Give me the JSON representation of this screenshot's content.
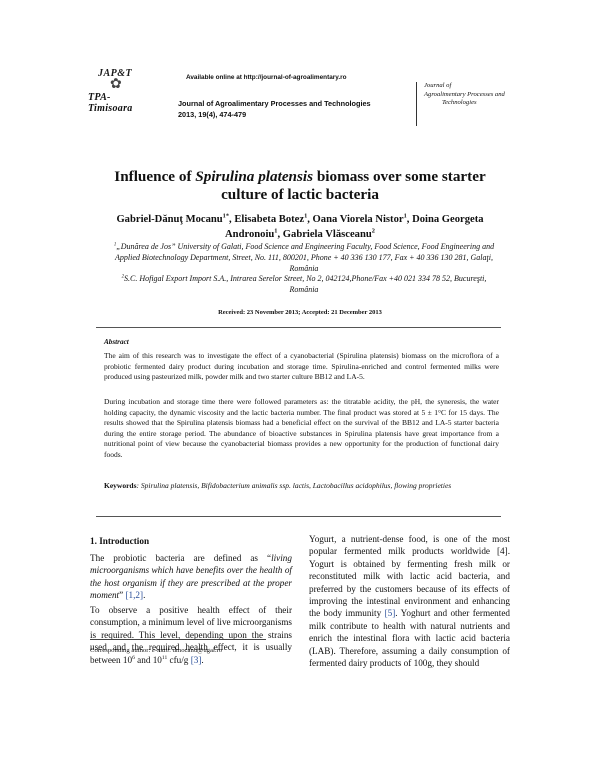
{
  "header": {
    "logo_top": "JAP&T",
    "logo_bottom": "TPA-Timisoara",
    "available_online": "Available online at http://journal-of-agroalimentary.ro",
    "journal_citation": "Journal of Agroalimentary Processes and Technologies 2013, 19(4), 474-479",
    "journal_box": [
      "Journal of",
      "Agroalimentary Processes and",
      "Technologies"
    ]
  },
  "title_parts": [
    "Influence of ",
    "Spirulina platensis",
    " biomass over some starter culture of lactic bacteria"
  ],
  "authors": [
    {
      "name": "Gabriel-Dănuţ Mocanu",
      "sup": "1*"
    },
    {
      "name": "Elisabeta Botez",
      "sup": "1"
    },
    {
      "name": "Oana Viorela Nistor",
      "sup": "1"
    },
    {
      "name": "Doina Georgeta Andronoiu",
      "sup": "1"
    },
    {
      "name": "Gabriela Vlăsceanu",
      "sup": "2"
    }
  ],
  "affiliations": [
    {
      "sup": "1",
      "text": "„Dunărea de Jos” University of Galati, Food Science and Engineering Faculty, Food Science, Food Engineering and Applied Biotechnology Department, Street, No. 111, 800201, Phone + 40 336 130 177, Fax + 40 336 130 281, Galaţi, România"
    },
    {
      "sup": "2",
      "text": "S.C. Hofigal Export Import S.A., Intrarea Serelor Street, No 2, 042124,Phone/Fax +40 021 334 78 52, Bucureşti, România"
    }
  ],
  "dates": "Received: 23 November 2013; Accepted: 21 December 2013",
  "abstract_label": "Abstract",
  "abstract_p1": "The aim of this research was to investigate the effect of a cyanobacterial (Spirulina platensis) biomass on the microflora of a probiotic fermented dairy product during incubation and storage time. Spirulina-enriched and control fermented milks were produced using pasteurized milk, powder milk and two starter culture BB12 and LA-5.",
  "abstract_p2": "During incubation and storage time there were followed parameters as: the titratable acidity, the pH, the syneresis, the water holding capacity, the dynamic viscosity and the lactic bacteria number. The final product was stored at 5 ± 1°C for 15 days. The results showed that the Spirulina platensis biomass had a beneficial effect on the survival of the BB12 and LA-5 starter bacteria during the entire storage period. The abundance of bioactive substances in Spirulina platensis have great importance from a nutritional point of view because the cyanobacterial biomass provides a new opportunity for the production of functional dairy foods.",
  "keywords_label": "Keywords",
  "keywords": ": Spirulina platensis, Bifidobacterium animalis ssp. lactis, Lactobacillus acidophilus, flowing proprieties",
  "intro": {
    "heading": "1. Introduction",
    "p1_a": "The probiotic bacteria are defined as “",
    "p1_quote": "living microorganisms which have benefits over the health of the host organism if they are prescribed at the proper moment",
    "p1_b": "” ",
    "p1_ref": "[1,2]",
    "p1_end": ".",
    "p2_a": "To observe a positive health effect of their consumption, a minimum level of live microorganisms is required. This level, depending upon the strains used and the required health effect, it is usually between 10",
    "p2_sup1": "6",
    "p2_mid": " and 10",
    "p2_sup2": "11",
    "p2_b": " cfu/g ",
    "p2_ref": "[3]",
    "p2_end": ".",
    "right_a": "Yogurt, a nutrient-dense food, is one of the most popular fermented milk products worldwide [4]. Yogurt is obtained by fermenting fresh milk or reconstituted milk with lactic acid bacteria, and preferred by the customers because of its effects of improving the intestinal environment and enhancing the body immunity ",
    "right_ref": "[5]",
    "right_b": ". Yoghurt and other fermented milk contribute to health with natural nutrients and enrich the intestinal flora with lactic acid bacteria (LAB). Therefore, assuming a daily consumption of fermented dairy products of 100g, they should"
  },
  "footnote": {
    "label": "Corresponding author: ",
    "email_label": "e-mail",
    "email": ": dmocanu@ugal.ro"
  }
}
